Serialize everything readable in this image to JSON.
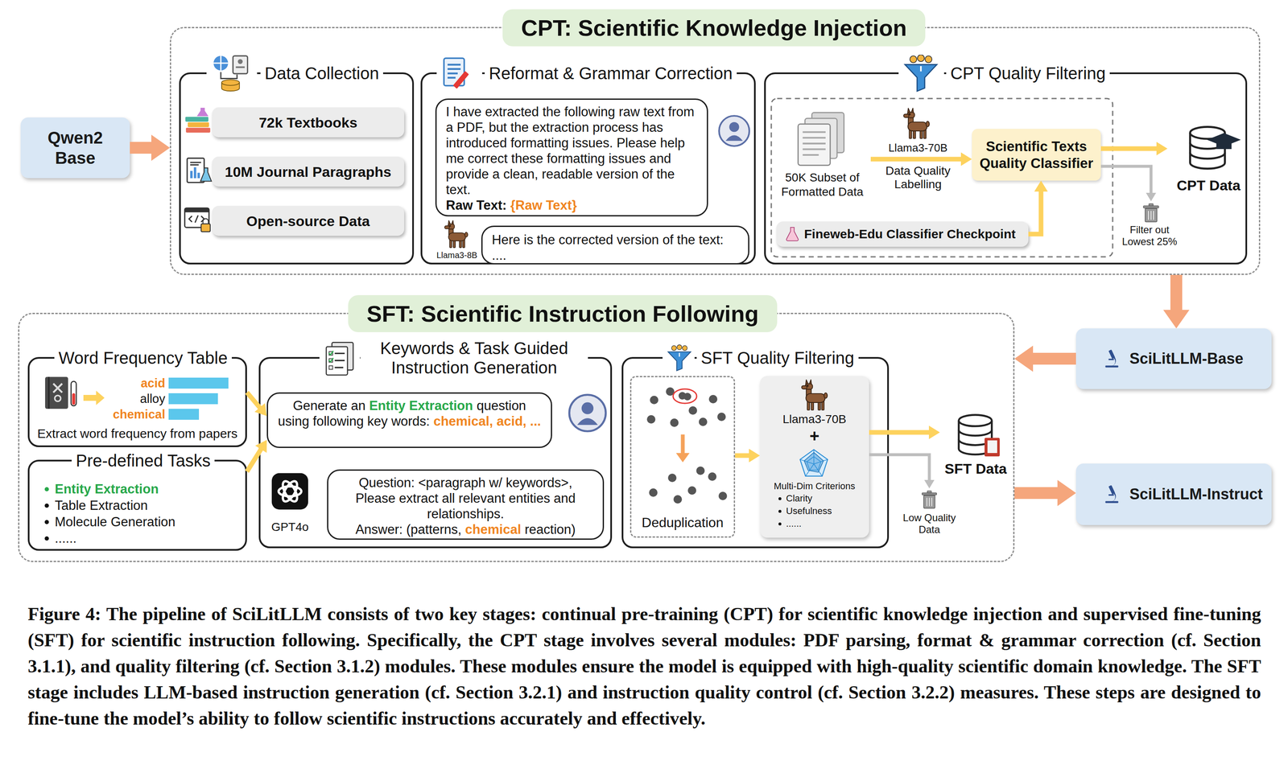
{
  "diagram": {
    "caption": "Figure 4: The pipeline of SciLitLLM consists of two key stages: continual pre-training (CPT) for scientific knowledge injection and supervised fine-tuning (SFT) for scientific instruction following. Specifically, the CPT stage involves several modules: PDF parsing, format & grammar correction (cf. Section 3.1.1), and quality filtering (cf. Section 3.1.2) modules. These modules ensure the model is equipped with high-quality scientific domain knowledge. The SFT stage includes LLM-based instruction generation (cf. Section 3.2.1) and instruction quality control (cf. Section 3.2.2) measures. These steps are designed to fine-tune the model’s ability to follow scientific instructions accurately and effectively.",
    "nodes": [
      {
        "text": [
          "Qwen2 Base"
        ]
      },
      {
        "text": [
          "CPT: Scientific Knowledge Injection"
        ]
      },
      {
        "text": [
          "Data Collection"
        ],
        "in": 1
      },
      {
        "text": [
          "72k Textbooks"
        ],
        "in": 2
      },
      {
        "text": [
          "10M Journal Paragraphs"
        ],
        "in": 2
      },
      {
        "text": [
          "Open-source Data"
        ],
        "in": 2
      },
      {
        "text": [
          "Reformat & Grammar Correction"
        ],
        "in": 1
      },
      {
        "text": [
          "I have extracted the following raw text from a PDF, but the extraction process has introduced formatting issues. Please help me correct these formatting issues and provide a clean, readable version of the text.",
          "Raw Text:",
          "{Raw Text}"
        ],
        "in": 6
      },
      {
        "text": [
          "Here is the corrected version of the text: ...."
        ],
        "in": 6
      },
      {
        "text": [
          "CPT Quality Filtering"
        ],
        "in": 1
      },
      {
        "text": [
          "50K Subset of Formatted Data"
        ],
        "in": 9
      },
      {
        "text": [
          "Scientific Texts Quality Classifier"
        ],
        "in": 9
      },
      {
        "text": [
          "Fineweb-Edu Classifier Checkpoint"
        ],
        "in": 9
      },
      {
        "text": [
          "CPT Data"
        ],
        "in": 9
      },
      {
        "text": [
          "Filter out Lowest 25%"
        ],
        "in": 9
      },
      {
        "text": [
          "SciLitLLM-Base"
        ]
      },
      {
        "text": [
          "SFT: Scientific Instruction Following"
        ]
      },
      {
        "text": [
          "Word Frequency Table",
          "Extract word frequency from papers"
        ],
        "in": 16
      },
      {
        "text": [
          "Pre-defined Tasks",
          "Entity Extraction",
          "Table Extraction",
          "Molecule Generation",
          "......"
        ],
        "in": 16
      },
      {
        "text": [
          "Keywords & Task Guided Instruction Generation"
        ],
        "in": 16
      },
      {
        "text": [
          "Generate an",
          "Entity Extraction",
          "question using following key words:",
          "chemical, acid, ..."
        ],
        "in": 19
      },
      {
        "text": [
          "Question: <paragraph w/ keywords>, Please extract all relevant entities and relationships.",
          "Answer: (patterns,",
          "chemical",
          "reaction)"
        ],
        "in": 19
      },
      {
        "text": [
          "SFT Quality Filtering"
        ],
        "in": 16
      },
      {
        "text": [
          "Deduplication"
        ],
        "in": 22
      },
      {
        "text": [
          "Llama3-70B",
          "+",
          "Multi-Dim Criterions",
          "Clarity",
          "Usefulness",
          "......"
        ],
        "in": 22
      },
      {
        "text": [
          "SFT Data"
        ],
        "in": 16
      },
      {
        "text": [
          "Low Quality Data"
        ],
        "in": 16
      },
      {
        "text": [
          "SciLitLLM-Instruct"
        ]
      }
    ],
    "edges": [
      {
        "from": 0,
        "to": 1,
        "arrow": "to"
      },
      {
        "from": 10,
        "to": 11,
        "arrow": "to"
      },
      {
        "from": 12,
        "to": 11,
        "arrow": "to"
      },
      {
        "from": 11,
        "to": 13,
        "arrow": "to"
      },
      {
        "from": 11,
        "to": 14,
        "arrow": "to"
      },
      {
        "from": 1,
        "to": 15,
        "arrow": "to"
      },
      {
        "from": 15,
        "to": 16,
        "arrow": "to"
      },
      {
        "from": 17,
        "to": 20,
        "arrow": "to"
      },
      {
        "from": 18,
        "to": 20,
        "arrow": "to"
      },
      {
        "from": 23,
        "to": 24,
        "arrow": "to"
      },
      {
        "from": 24,
        "to": 25,
        "arrow": "to"
      },
      {
        "from": 24,
        "to": 26,
        "arrow": "to"
      },
      {
        "from": 16,
        "to": 27,
        "arrow": "to"
      }
    ],
    "labels": [
      "Llama3-8B",
      "Llama3-70B",
      "Data Quality Labelling",
      "acid",
      "alloy",
      "chemical",
      "GPT4o"
    ]
  }
}
